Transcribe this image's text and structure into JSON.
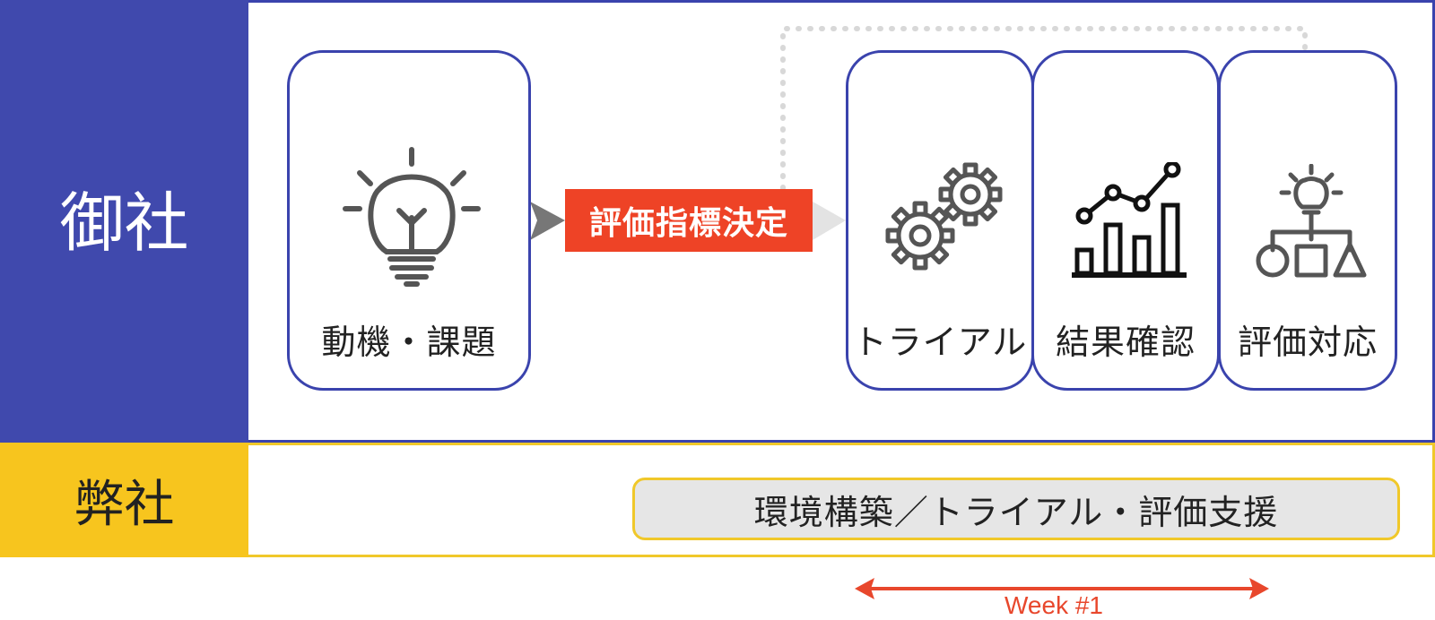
{
  "rows": {
    "client_label": "御社",
    "us_label": "弊社"
  },
  "steps": {
    "motivation": "動機・課題",
    "trial": "トライアル",
    "result": "結果確認",
    "evaluation": "評価対応"
  },
  "kpi_badge": "評価指標決定",
  "support_bar": "環境構築／トライアル・評価支援",
  "timeline": {
    "label": "Week #1"
  },
  "icons": {
    "motivation": "lightbulb-icon",
    "trial": "gears-icon",
    "result": "chart-icon",
    "evaluation": "idea-shapes-icon"
  },
  "colors": {
    "client": "#4049ad",
    "us": "#f7c51e",
    "accent": "#ee4326"
  }
}
